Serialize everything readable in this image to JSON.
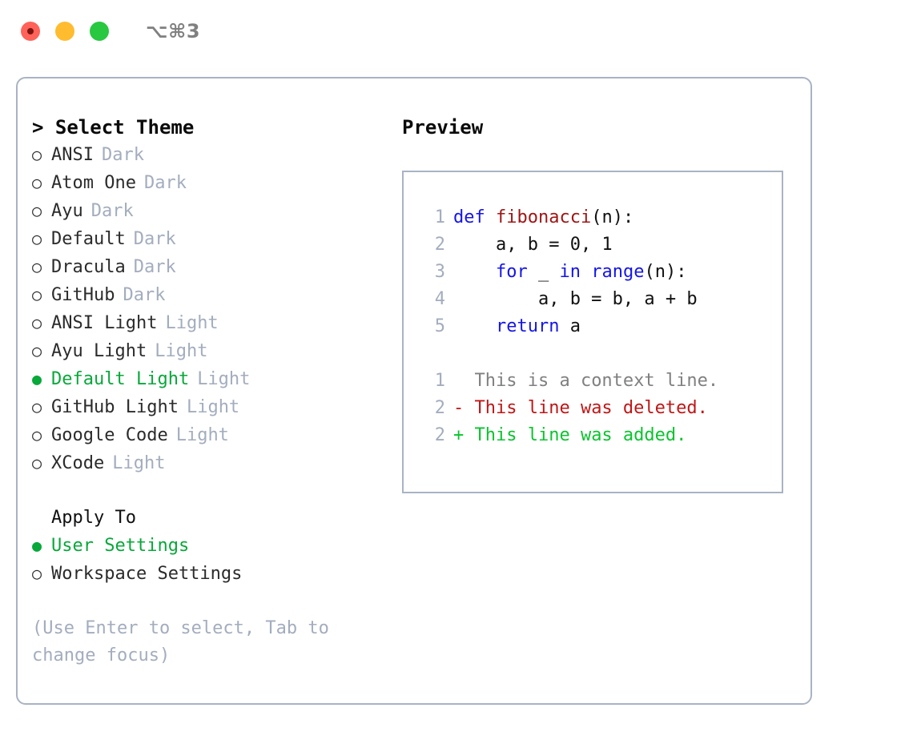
{
  "window": {
    "title": "⌥⌘3",
    "traffic_lights": [
      {
        "name": "close-button",
        "color": "#ff6259"
      },
      {
        "name": "minimize-button",
        "color": "#febc2e"
      },
      {
        "name": "maximize-button",
        "color": "#28c840"
      }
    ]
  },
  "colors": {
    "selected_green": "#08a83a",
    "muted": "#a3adbe",
    "text": "#2b2b2b",
    "border": "#a9b3c4",
    "keyword_blue": "#1515e8",
    "function_red": "#a01515",
    "diff_added": "#0ac42e",
    "diff_deleted": "#c01616",
    "diff_context": "#808080"
  },
  "left": {
    "caret": ">",
    "title": "Select Theme",
    "themes": [
      {
        "marker": "○",
        "label": "ANSI",
        "badge": "Dark",
        "selected": false
      },
      {
        "marker": "○",
        "label": "Atom One",
        "badge": "Dark",
        "selected": false
      },
      {
        "marker": "○",
        "label": "Ayu",
        "badge": "Dark",
        "selected": false
      },
      {
        "marker": "○",
        "label": "Default",
        "badge": "Dark",
        "selected": false
      },
      {
        "marker": "○",
        "label": "Dracula",
        "badge": "Dark",
        "selected": false
      },
      {
        "marker": "○",
        "label": "GitHub",
        "badge": "Dark",
        "selected": false
      },
      {
        "marker": "○",
        "label": "ANSI Light",
        "badge": "Light",
        "selected": false
      },
      {
        "marker": "○",
        "label": "Ayu Light",
        "badge": "Light",
        "selected": false
      },
      {
        "marker": "●",
        "label": "Default Light",
        "badge": "Light",
        "selected": true
      },
      {
        "marker": "○",
        "label": "GitHub Light",
        "badge": "Light",
        "selected": false
      },
      {
        "marker": "○",
        "label": "Google Code",
        "badge": "Light",
        "selected": false
      },
      {
        "marker": "○",
        "label": "XCode",
        "badge": "Light",
        "selected": false
      }
    ],
    "apply_to": {
      "header": "Apply To",
      "options": [
        {
          "marker": "●",
          "label": "User Settings",
          "selected": true
        },
        {
          "marker": "○",
          "label": "Workspace Settings",
          "selected": false
        }
      ]
    },
    "hint": "(Use Enter to select, Tab to change focus)"
  },
  "right": {
    "title": "Preview",
    "code_lines": [
      {
        "lineno": "1",
        "tokens": [
          {
            "text": "def ",
            "kind": "kw"
          },
          {
            "text": "fibonacci",
            "kind": "fn"
          },
          {
            "text": "(n):",
            "kind": "pl"
          }
        ]
      },
      {
        "lineno": "2",
        "tokens": [
          {
            "text": "    a, b = 0, 1",
            "kind": "pl"
          }
        ]
      },
      {
        "lineno": "3",
        "tokens": [
          {
            "text": "    ",
            "kind": "pl"
          },
          {
            "text": "for",
            "kind": "kw"
          },
          {
            "text": " _ ",
            "kind": "pl"
          },
          {
            "text": "in",
            "kind": "kw"
          },
          {
            "text": " ",
            "kind": "pl"
          },
          {
            "text": "range",
            "kind": "kw"
          },
          {
            "text": "(n):",
            "kind": "pl"
          }
        ]
      },
      {
        "lineno": "4",
        "tokens": [
          {
            "text": "        a, b = b, a + b",
            "kind": "pl"
          }
        ]
      },
      {
        "lineno": "5",
        "tokens": [
          {
            "text": "    ",
            "kind": "pl"
          },
          {
            "text": "return",
            "kind": "kw"
          },
          {
            "text": " a",
            "kind": "pl"
          }
        ]
      }
    ],
    "diff_lines": [
      {
        "lineno": "1",
        "sign": " ",
        "text": " This is a context line.",
        "kind": "ctx"
      },
      {
        "lineno": "2",
        "sign": "-",
        "text": " This line was deleted.",
        "kind": "del"
      },
      {
        "lineno": "2",
        "sign": "+",
        "text": " This line was added.",
        "kind": "add"
      }
    ]
  }
}
